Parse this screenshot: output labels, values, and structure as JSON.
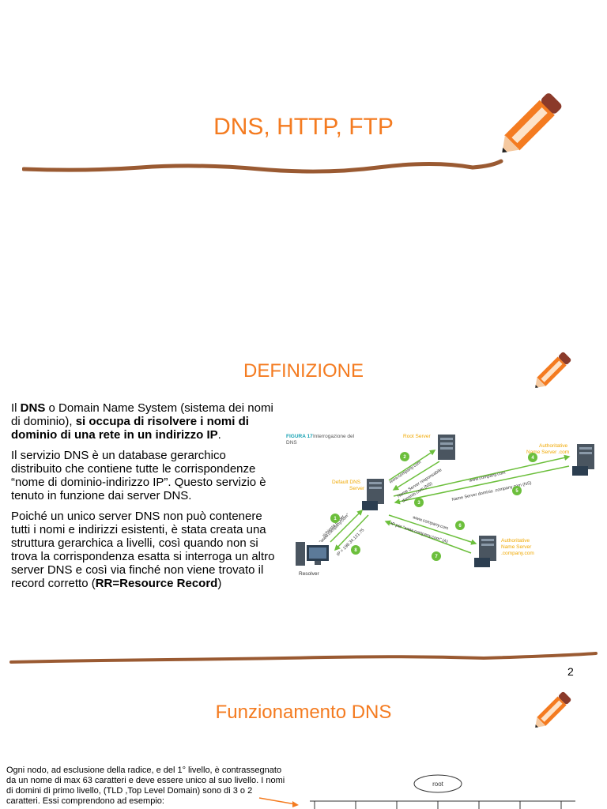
{
  "slide1": {
    "title": "DNS, HTTP, FTP"
  },
  "slide2": {
    "title": "DEFINIZIONE",
    "p1": {
      "a": "Il ",
      "b": "DNS",
      "c": " o Domain Name System (sistema dei nomi di dominio), ",
      "d": "si occupa di risolvere i nomi di dominio di una rete in un indirizzo IP",
      "e": "."
    },
    "p2": "Il servizio DNS è un database gerarchico distribuito che contiene tutte le corrispondenze “nome di dominio-indirizzo IP”. Questo servizio è tenuto in funzione dai server DNS.",
    "p3": {
      "a": "Poiché un unico server DNS non può contenere tutti i nomi e indirizzi esistenti, è stata creata una struttura gerarchica a livelli, così quando non si trova la corrispondenza esatta si interroga un altro server DNS e così via finché non viene trovato il record corretto (",
      "b": "RR=Resource Record",
      "c": ")"
    },
    "figure": {
      "caption_label": "FIGURA 17",
      "caption_text": "Interrogazione del",
      "caption_text2": "DNS",
      "root_server": "Root Server",
      "auth_com_1": "Authoritative",
      "auth_com_2": "Name Server .com",
      "default_dns_1": "Default DNS",
      "default_dns_2": "Server",
      "auth_company_1": "Authoritative",
      "auth_company_2": "Name Server",
      "auth_company_3": ".company.com",
      "resolver": "Resolver",
      "arrow2": "www.company.com",
      "arrow3a": "Name Server responsabile",
      "arrow3b": "dominio.com (NS)",
      "arrow4": "www.company.com",
      "arrow5": "Name Server dominio .company.com (NS)",
      "arrow6": "www.company.com",
      "arrow7": "IP per \"www.company.com\" (A)",
      "arrow1a": "richiesta IP per",
      "arrow1b": "\"www.company.com\"",
      "arrow8": "IP = 198.34.121.75",
      "steps": [
        "1",
        "2",
        "3",
        "4",
        "5",
        "6",
        "7",
        "8"
      ]
    },
    "page_number": "2"
  },
  "slide3": {
    "title": "Funzionamento DNS",
    "text": "Ogni nodo, ad esclusione della radice, e del 1° livello, è contrassegnato da un nome di max 63 caratteri e deve essere unico al suo livello. I nomi di domini di primo livello, (TLD ,Top Level Domain) sono di 3 o 2 caratteri. Essi comprendono ad esempio:",
    "tree_root": "root"
  },
  "colors": {
    "accent": "#f47b20",
    "rule": "#9a5a32",
    "green": "#6cbf3c",
    "yellow": "#f0a800"
  }
}
